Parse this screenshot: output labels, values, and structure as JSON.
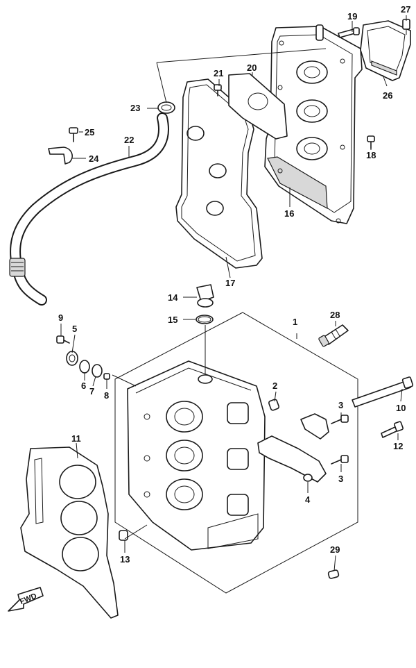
{
  "callouts": [
    {
      "id": "c1",
      "label": "1"
    },
    {
      "id": "c2",
      "label": "2"
    },
    {
      "id": "c3a",
      "label": "3"
    },
    {
      "id": "c3b",
      "label": "3"
    },
    {
      "id": "c4",
      "label": "4"
    },
    {
      "id": "c5",
      "label": "5"
    },
    {
      "id": "c6",
      "label": "6"
    },
    {
      "id": "c7",
      "label": "7"
    },
    {
      "id": "c8",
      "label": "8"
    },
    {
      "id": "c9",
      "label": "9"
    },
    {
      "id": "c10",
      "label": "10"
    },
    {
      "id": "c11",
      "label": "11"
    },
    {
      "id": "c12",
      "label": "12"
    },
    {
      "id": "c13",
      "label": "13"
    },
    {
      "id": "c14",
      "label": "14"
    },
    {
      "id": "c15",
      "label": "15"
    },
    {
      "id": "c16",
      "label": "16"
    },
    {
      "id": "c17",
      "label": "17"
    },
    {
      "id": "c18",
      "label": "18"
    },
    {
      "id": "c19",
      "label": "19"
    },
    {
      "id": "c20",
      "label": "20"
    },
    {
      "id": "c21",
      "label": "21"
    },
    {
      "id": "c22",
      "label": "22"
    },
    {
      "id": "c23",
      "label": "23"
    },
    {
      "id": "c24",
      "label": "24"
    },
    {
      "id": "c25",
      "label": "25"
    },
    {
      "id": "c26",
      "label": "26"
    },
    {
      "id": "c27",
      "label": "27"
    },
    {
      "id": "c28",
      "label": "28"
    },
    {
      "id": "c29",
      "label": "29"
    }
  ],
  "direction_marker": {
    "label": "FWD",
    "icon": "forward-arrow-icon"
  }
}
